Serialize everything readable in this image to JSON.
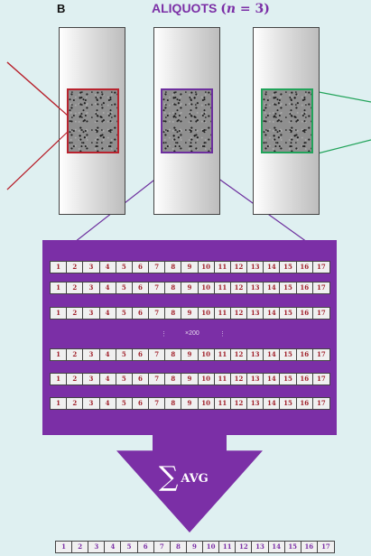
{
  "panel_letter": "B",
  "title": {
    "text": "ALIQUOTS",
    "math": "(n = 3)"
  },
  "multiplier_label": "×200",
  "vertical_dots": "⋮",
  "sum_symbol": "∑",
  "avg_label": "AVG",
  "aliquots": [
    {
      "color": "#b8232e"
    },
    {
      "color": "#6d2f9e"
    },
    {
      "color": "#22a35a"
    }
  ],
  "cells": [
    "1",
    "2",
    "3",
    "4",
    "5",
    "6",
    "7",
    "8",
    "9",
    "10",
    "11",
    "12",
    "13",
    "14",
    "15",
    "16",
    "17"
  ],
  "colors": {
    "accent_purple": "#7b2fa6",
    "cell_number_red": "#a0202a",
    "background": "#dff0f1"
  }
}
